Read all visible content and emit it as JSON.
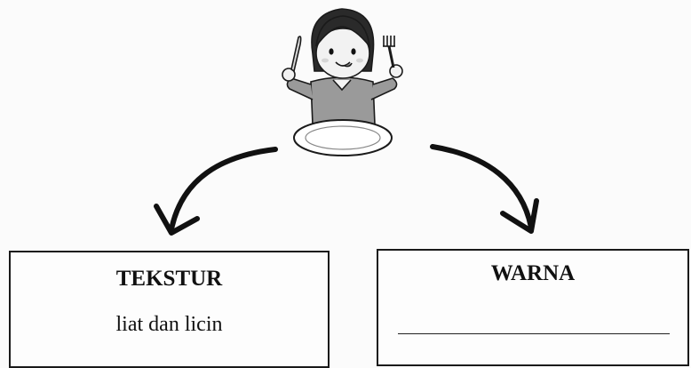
{
  "boxes": {
    "left": {
      "title": "TEKSTUR",
      "value": "liat dan licin"
    },
    "right": {
      "title": "WARNA",
      "value": ""
    }
  },
  "illustration": {
    "subject": "girl-with-fork-and-knife-and-plate-icon",
    "colors": {
      "hair": "#2a2a2a",
      "skin": "#f2f2f2",
      "shirt": "#9a9a9a",
      "plate": "#ffffff",
      "outline": "#1a1a1a"
    }
  },
  "arrows": [
    "arrow-to-left-box-icon",
    "arrow-to-right-box-icon"
  ]
}
